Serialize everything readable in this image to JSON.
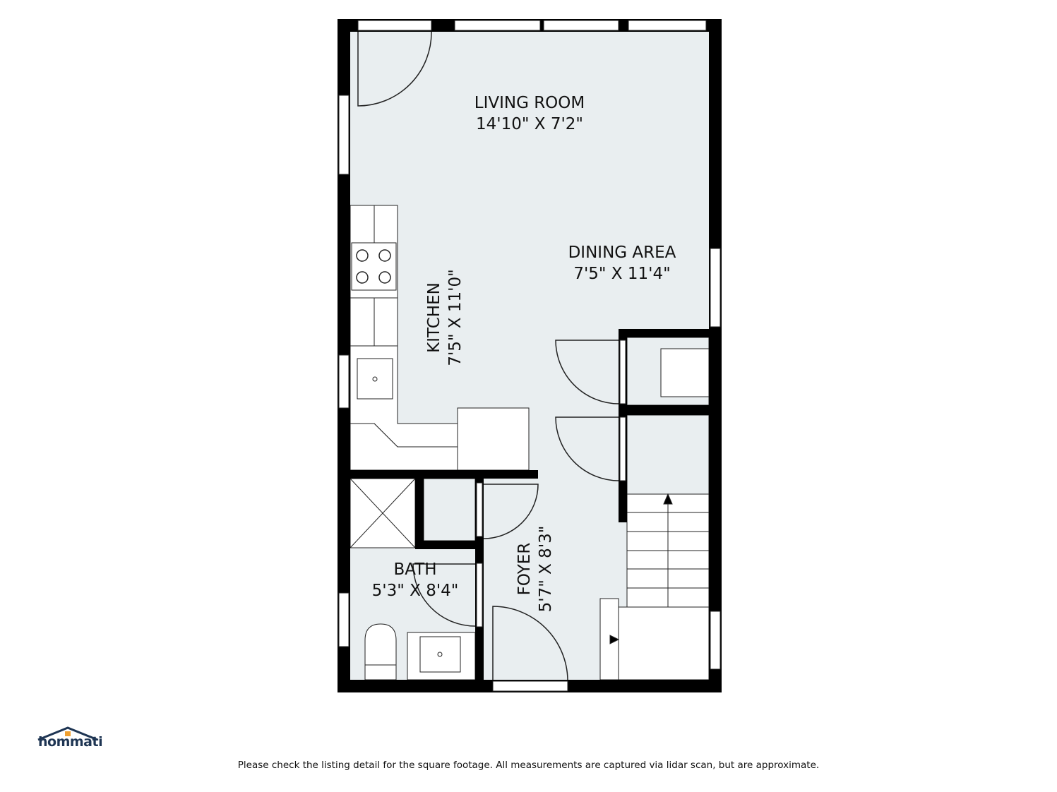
{
  "rooms": {
    "living": {
      "name": "LIVING ROOM",
      "size": "14'10\" X 7'2\""
    },
    "dining": {
      "name": "DINING AREA",
      "size": "7'5\" X 11'4\""
    },
    "kitchen": {
      "name": "KITCHEN",
      "size": "7'5\" X 11'0\""
    },
    "bath": {
      "name": "BATH",
      "size": "5'3\" X 8'4\""
    },
    "foyer": {
      "name": "FOYER",
      "size": "5'7\" X 8'3\""
    }
  },
  "brand": {
    "logo_text": "hommati"
  },
  "disclaimer": "Please check the listing detail for the square footage. All measurements are captured via lidar scan, but are approximate.",
  "colors": {
    "floor": "#e9eef0",
    "wall": "#000000",
    "logo": "#1e3553",
    "logo_accent": "#f0a030"
  }
}
